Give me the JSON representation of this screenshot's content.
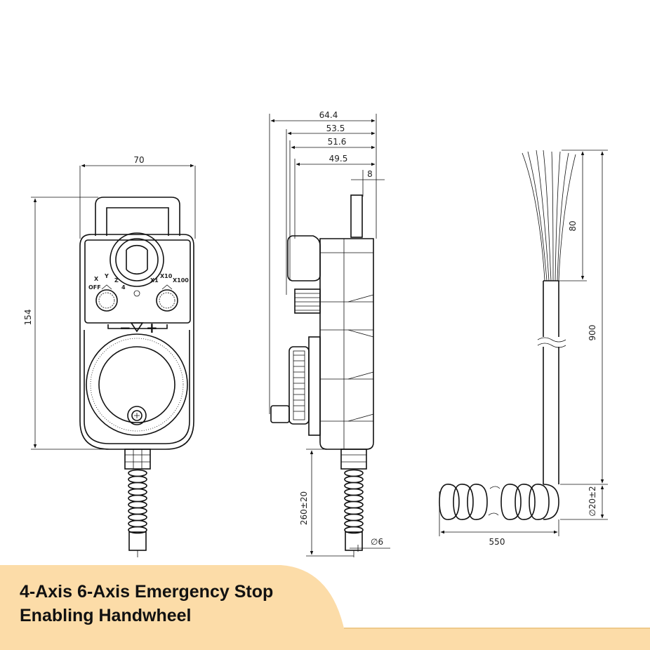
{
  "colors": {
    "banner": "#FCDCA8",
    "banner_line": "#EFC98A",
    "ink": "#111111"
  },
  "front_view": {
    "width_dim": "70",
    "height_dim": "154",
    "axis_labels": [
      "OFF",
      "X",
      "Y",
      "Z",
      "4"
    ],
    "step_labels": [
      "X1",
      "X10",
      "X100"
    ],
    "minus_symbol": "−",
    "plus_symbol": "+"
  },
  "side_view": {
    "dims": [
      "64.4",
      "53.5",
      "51.6",
      "49.5",
      "8"
    ],
    "cable_length": "260±20",
    "cable_diameter": "∅6"
  },
  "coil_view": {
    "strip_length": "80",
    "total_length": "900",
    "coil_diameter": "∅20±2",
    "coil_length": "550"
  },
  "banner": {
    "line1": "4-Axis 6-Axis Emergency Stop",
    "line2": "Enabling Handwheel"
  }
}
